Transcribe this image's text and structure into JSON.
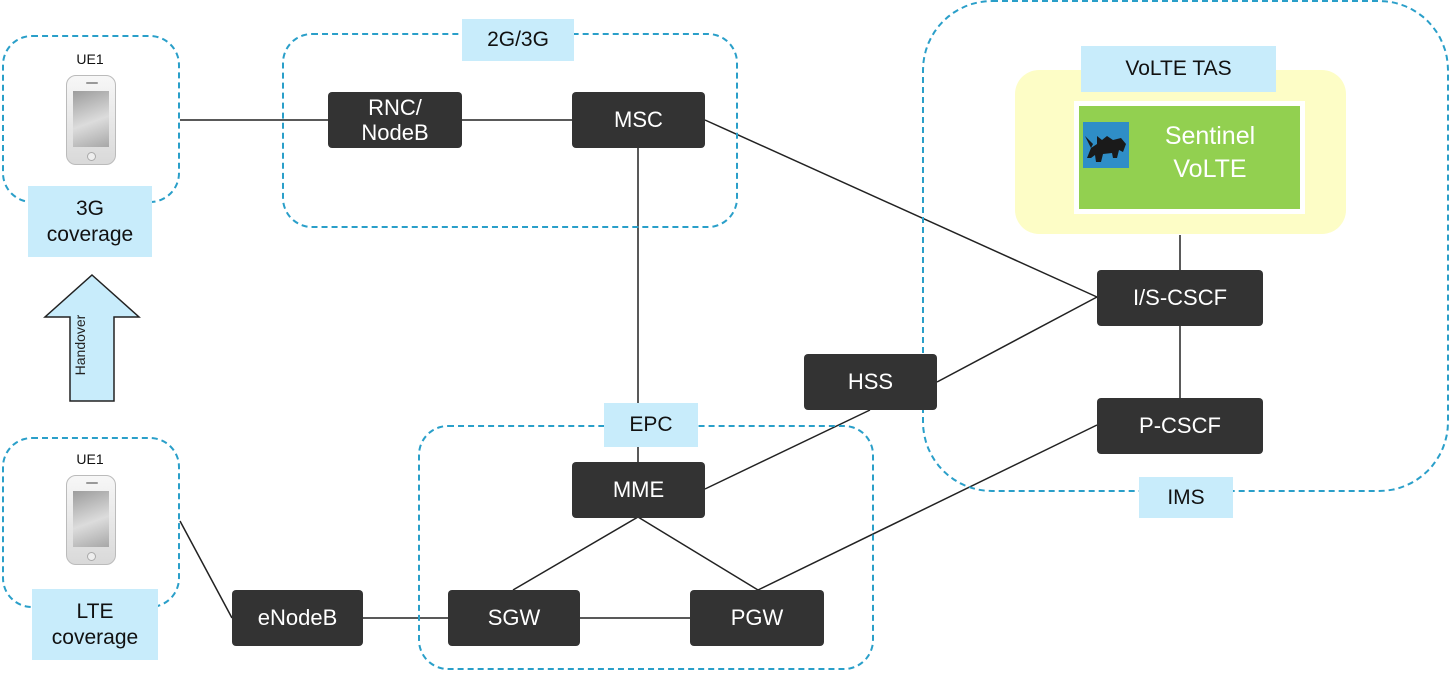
{
  "regions": {
    "gsm": "2G/3G",
    "epc": "EPC",
    "ims": "IMS"
  },
  "coverage": {
    "g3": "3G\ncoverage",
    "lte": "LTE\ncoverage"
  },
  "ue": {
    "top_label": "UE1",
    "bottom_label": "UE1"
  },
  "handover_label": "Handover",
  "nodes": {
    "rnc": "RNC/\nNodeB",
    "msc": "MSC",
    "hss": "HSS",
    "mme": "MME",
    "sgw": "SGW",
    "pgw": "PGW",
    "enodeb": "eNodeB",
    "iscscf": "I/S-CSCF",
    "pcscf": "P-CSCF"
  },
  "tas": {
    "label": "VoLTE TAS",
    "product": "Sentinel\nVoLTE",
    "logo_icon": "rhino-icon"
  },
  "colors": {
    "node_fill": "#333333",
    "tag_fill": "#c8ecfb",
    "dashed_border": "#2a9fc9",
    "tas_glow": "#fdfdc6",
    "sentinel_green": "#92d050"
  }
}
